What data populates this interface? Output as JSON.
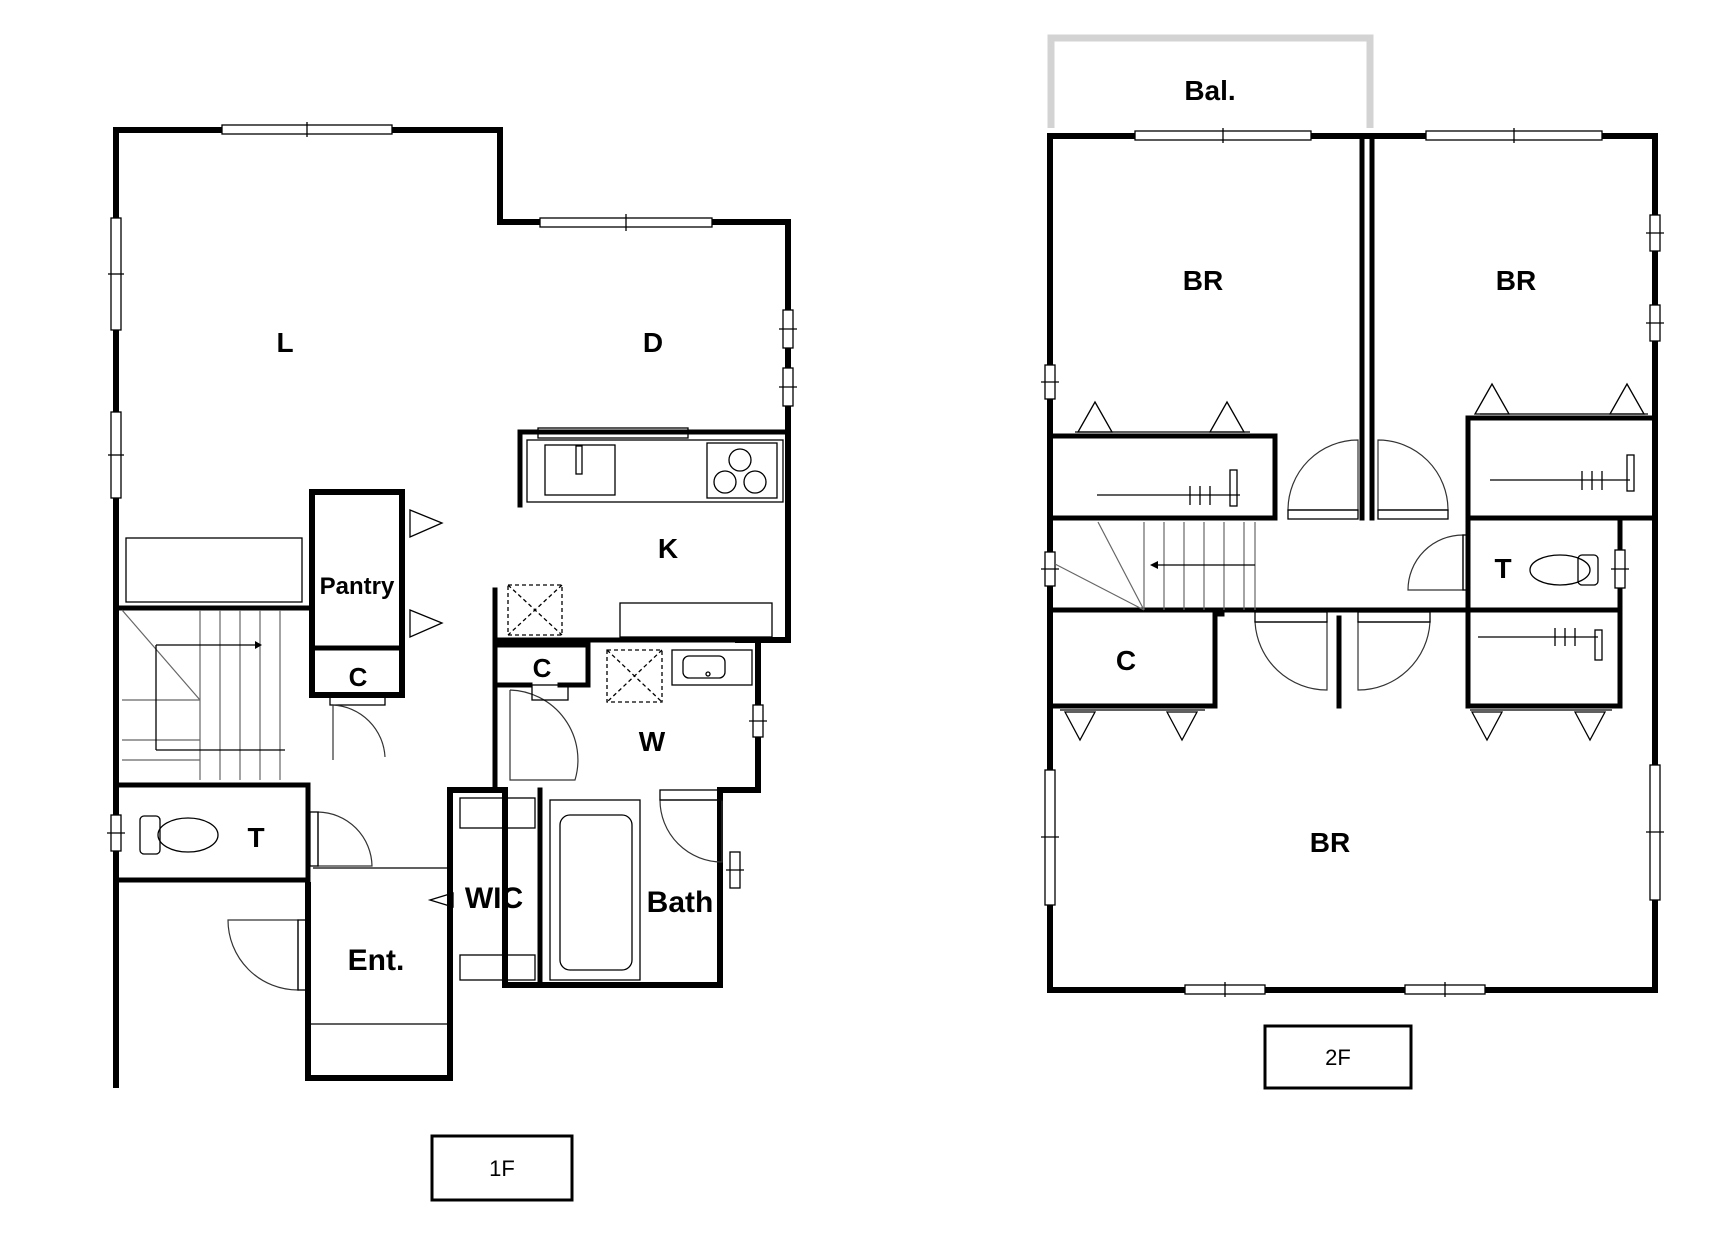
{
  "rooms_1f": {
    "living": "L",
    "dining": "D",
    "kitchen": "K",
    "pantry": "Pantry",
    "closet_a": "C",
    "closet_b": "C",
    "toilet": "T",
    "washroom": "W",
    "wic": "WIC",
    "bath": "Bath",
    "entrance": "Ent."
  },
  "rooms_2f": {
    "balcony": "Bal.",
    "bedroom_nw": "BR",
    "bedroom_ne": "BR",
    "bedroom_south": "BR",
    "toilet": "T",
    "closet": "C"
  },
  "floor_labels": {
    "first": "1F",
    "second": "2F"
  },
  "colors": {
    "wall": "#000000",
    "balcony_outline": "#d3d3d3"
  }
}
